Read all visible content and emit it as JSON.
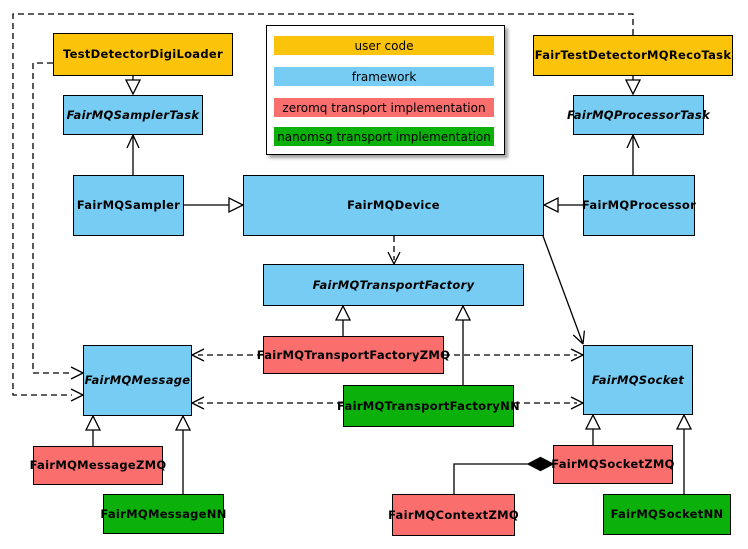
{
  "colors": {
    "user_code": "#fcc30b",
    "framework": "#76ccf3",
    "zeromq": "#fa6e6e",
    "nanomsg": "#0bb00b",
    "border": "#000000",
    "background": "#ffffff"
  },
  "legend": {
    "items": [
      {
        "label": "user code",
        "color": "#fcc30b"
      },
      {
        "label": "framework",
        "color": "#76ccf3"
      },
      {
        "label": "zeromq transport implementation",
        "color": "#fa6e6e"
      },
      {
        "label": "nanomsg transport implementation",
        "color": "#0bb00b"
      }
    ]
  },
  "nodes": {
    "testDetectorDigiLoader": {
      "label": "TestDetectorDigiLoader",
      "category": "user code",
      "abstract": false
    },
    "fairTestDetectorMQRecoTask": {
      "label": "FairTestDetectorMQRecoTask",
      "category": "user code",
      "abstract": false
    },
    "fairMQSamplerTask": {
      "label": "FairMQSamplerTask",
      "category": "framework",
      "abstract": true
    },
    "fairMQProcessorTask": {
      "label": "FairMQProcessorTask",
      "category": "framework",
      "abstract": true
    },
    "fairMQSampler": {
      "label": "FairMQSampler",
      "category": "framework",
      "abstract": false
    },
    "fairMQDevice": {
      "label": "FairMQDevice",
      "category": "framework",
      "abstract": false
    },
    "fairMQProcessor": {
      "label": "FairMQProcessor",
      "category": "framework",
      "abstract": false
    },
    "fairMQTransportFactory": {
      "label": "FairMQTransportFactory",
      "category": "framework",
      "abstract": true
    },
    "fairMQTransportFactoryZMQ": {
      "label": "FairMQTransportFactoryZMQ",
      "category": "zeromq",
      "abstract": false
    },
    "fairMQTransportFactoryNN": {
      "label": "FairMQTransportFactoryNN",
      "category": "nanomsg",
      "abstract": false
    },
    "fairMQMessage": {
      "label": "FairMQMessage",
      "category": "framework",
      "abstract": true
    },
    "fairMQSocket": {
      "label": "FairMQSocket",
      "category": "framework",
      "abstract": true
    },
    "fairMQMessageZMQ": {
      "label": "FairMQMessageZMQ",
      "category": "zeromq",
      "abstract": false
    },
    "fairMQMessageNN": {
      "label": "FairMQMessageNN",
      "category": "nanomsg",
      "abstract": false
    },
    "fairMQContextZMQ": {
      "label": "FairMQContextZMQ",
      "category": "zeromq",
      "abstract": false
    },
    "fairMQSocketZMQ": {
      "label": "FairMQSocketZMQ",
      "category": "zeromq",
      "abstract": false
    },
    "fairMQSocketNN": {
      "label": "FairMQSocketNN",
      "category": "nanomsg",
      "abstract": false
    }
  },
  "relationships": [
    {
      "type": "inheritance",
      "from": "TestDetectorDigiLoader",
      "to": "FairMQSamplerTask"
    },
    {
      "type": "inheritance",
      "from": "FairTestDetectorMQRecoTask",
      "to": "FairMQProcessorTask"
    },
    {
      "type": "inheritance",
      "from": "FairMQSampler",
      "to": "FairMQDevice"
    },
    {
      "type": "inheritance",
      "from": "FairMQProcessor",
      "to": "FairMQDevice"
    },
    {
      "type": "inheritance",
      "from": "FairMQTransportFactoryZMQ",
      "to": "FairMQTransportFactory"
    },
    {
      "type": "inheritance",
      "from": "FairMQTransportFactoryNN",
      "to": "FairMQTransportFactory"
    },
    {
      "type": "inheritance",
      "from": "FairMQMessageZMQ",
      "to": "FairMQMessage"
    },
    {
      "type": "inheritance",
      "from": "FairMQMessageNN",
      "to": "FairMQMessage"
    },
    {
      "type": "inheritance",
      "from": "FairMQSocketZMQ",
      "to": "FairMQSocket"
    },
    {
      "type": "inheritance",
      "from": "FairMQSocketNN",
      "to": "FairMQSocket"
    },
    {
      "type": "association",
      "from": "FairMQSampler",
      "to": "FairMQSamplerTask"
    },
    {
      "type": "association",
      "from": "FairMQProcessor",
      "to": "FairMQProcessorTask"
    },
    {
      "type": "association",
      "from": "FairMQDevice",
      "to": "FairMQSocket"
    },
    {
      "type": "dependency",
      "from": "FairMQDevice",
      "to": "FairMQTransportFactory"
    },
    {
      "type": "dependency",
      "from": "FairMQTransportFactoryZMQ",
      "to": "FairMQMessage"
    },
    {
      "type": "dependency",
      "from": "FairMQTransportFactoryZMQ",
      "to": "FairMQSocket"
    },
    {
      "type": "dependency",
      "from": "FairMQTransportFactoryNN",
      "to": "FairMQMessage"
    },
    {
      "type": "dependency",
      "from": "FairMQTransportFactoryNN",
      "to": "FairMQSocket"
    },
    {
      "type": "dependency",
      "from": "TestDetectorDigiLoader",
      "to": "FairMQMessage"
    },
    {
      "type": "dependency",
      "from": "FairTestDetectorMQRecoTask",
      "to": "FairMQMessage"
    },
    {
      "type": "composition",
      "whole": "FairMQSocketZMQ",
      "part": "FairMQContextZMQ"
    }
  ]
}
